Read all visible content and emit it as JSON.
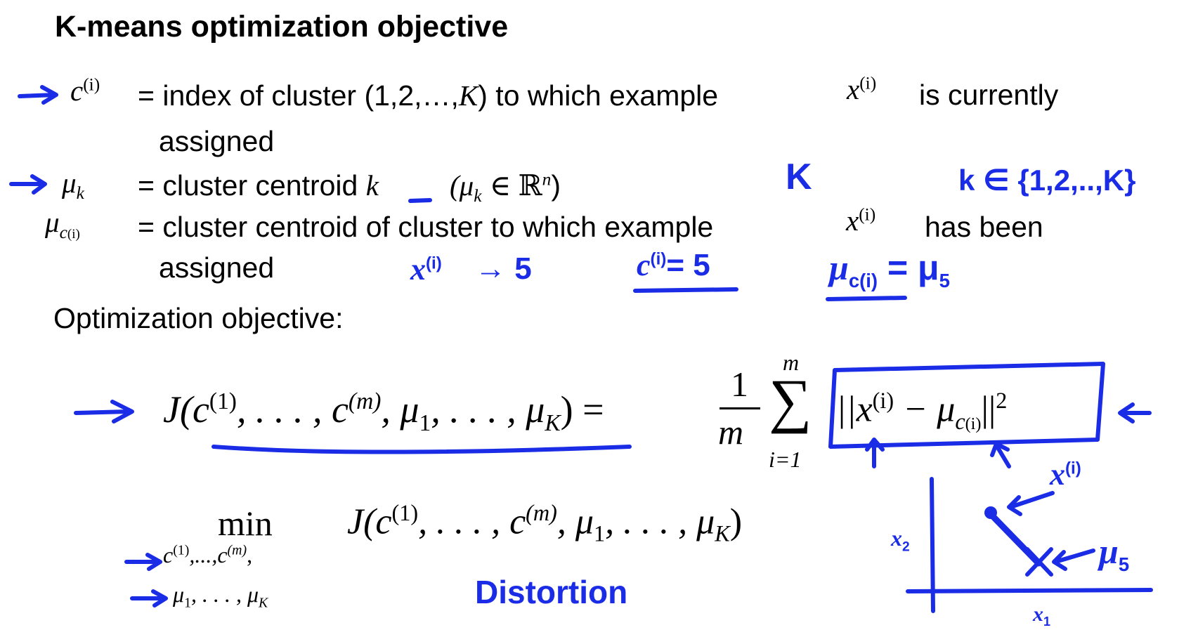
{
  "slide": {
    "title": "K-means optimization objective",
    "def_c": {
      "symbol": "c",
      "sup": "(i)",
      "text_a": "= index of cluster (1,2,…,",
      "K": "K",
      "text_b": ") to which example",
      "x": "x",
      "x_sup": "(i)",
      "text_c": "is currently",
      "cont": "assigned"
    },
    "def_mu": {
      "symbol": "μ",
      "sub": "k",
      "text_a": "= cluster centroid",
      "k": "k",
      "paren": "(μ",
      "paren_sub": "k",
      "paren_rest": "∈ ℝ",
      "paren_sup": "n",
      "paren_close": ")"
    },
    "def_muc": {
      "symbol": "μ",
      "sub": "c",
      "subsup": "(i)",
      "text_a": "= cluster centroid of cluster to which example",
      "x": "x",
      "x_sup": "(i)",
      "text_b": "has been",
      "cont": "assigned"
    },
    "objective_label": "Optimization objective:",
    "objective": {
      "lhs": "J(c",
      "sup1": "(1)",
      "mid1": ", . . . , c",
      "supm": "(m)",
      "mid2": ", μ",
      "sub1": "1",
      "mid3": ", . . . , μ",
      "subK": "K",
      "close": ") =",
      "num": "1",
      "den": "m",
      "sigma": "∑",
      "sum_top": "m",
      "sum_bot": "i=1",
      "norm_open": "||x",
      "norm_sup": "(i)",
      "minus": "− μ",
      "mu_sub": "c",
      "mu_subsup": "(i)",
      "norm_close": "||",
      "power": "2"
    },
    "minimization": {
      "min": "min",
      "row1": "c",
      "row1_sup1": "(1)",
      "row1_mid": ",...,c",
      "row1_supm": "(m)",
      "row1_end": ",",
      "row2": "μ",
      "row2_sub1": "1",
      "row2_mid": ", . . . , μ",
      "row2_subK": "K",
      "expr": "J(c",
      "sup1": "(1)",
      "mid1": ", . . . , c",
      "supm": "(m)",
      "mid2": ", μ",
      "sub1": "1",
      "mid3": ", . . . , μ",
      "subK": "K",
      "close": ")"
    }
  },
  "annotations": {
    "ink_color": "#1a2ce6",
    "K_note": "K",
    "k_set": "k ∈ {1,2,..,K}",
    "x_arrow": "x",
    "x_arrow_sup": "(i)",
    "arrow_five": "→ 5",
    "c_eq": "c",
    "c_eq_sup": "(i)",
    "c_eq_rest": "= 5",
    "mu_eq": "μ",
    "mu_eq_sub": "c(i)",
    "mu_eq_rest": "= μ",
    "mu_eq_five": "5",
    "distortion": "Distortion",
    "plot_x": "x",
    "plot_x_sub": "(i)",
    "plot_mu": "μ",
    "plot_mu_sub": "5",
    "axis_x2": "x",
    "axis_x2_sub": "2",
    "axis_x1": "x",
    "axis_x1_sub": "1"
  }
}
